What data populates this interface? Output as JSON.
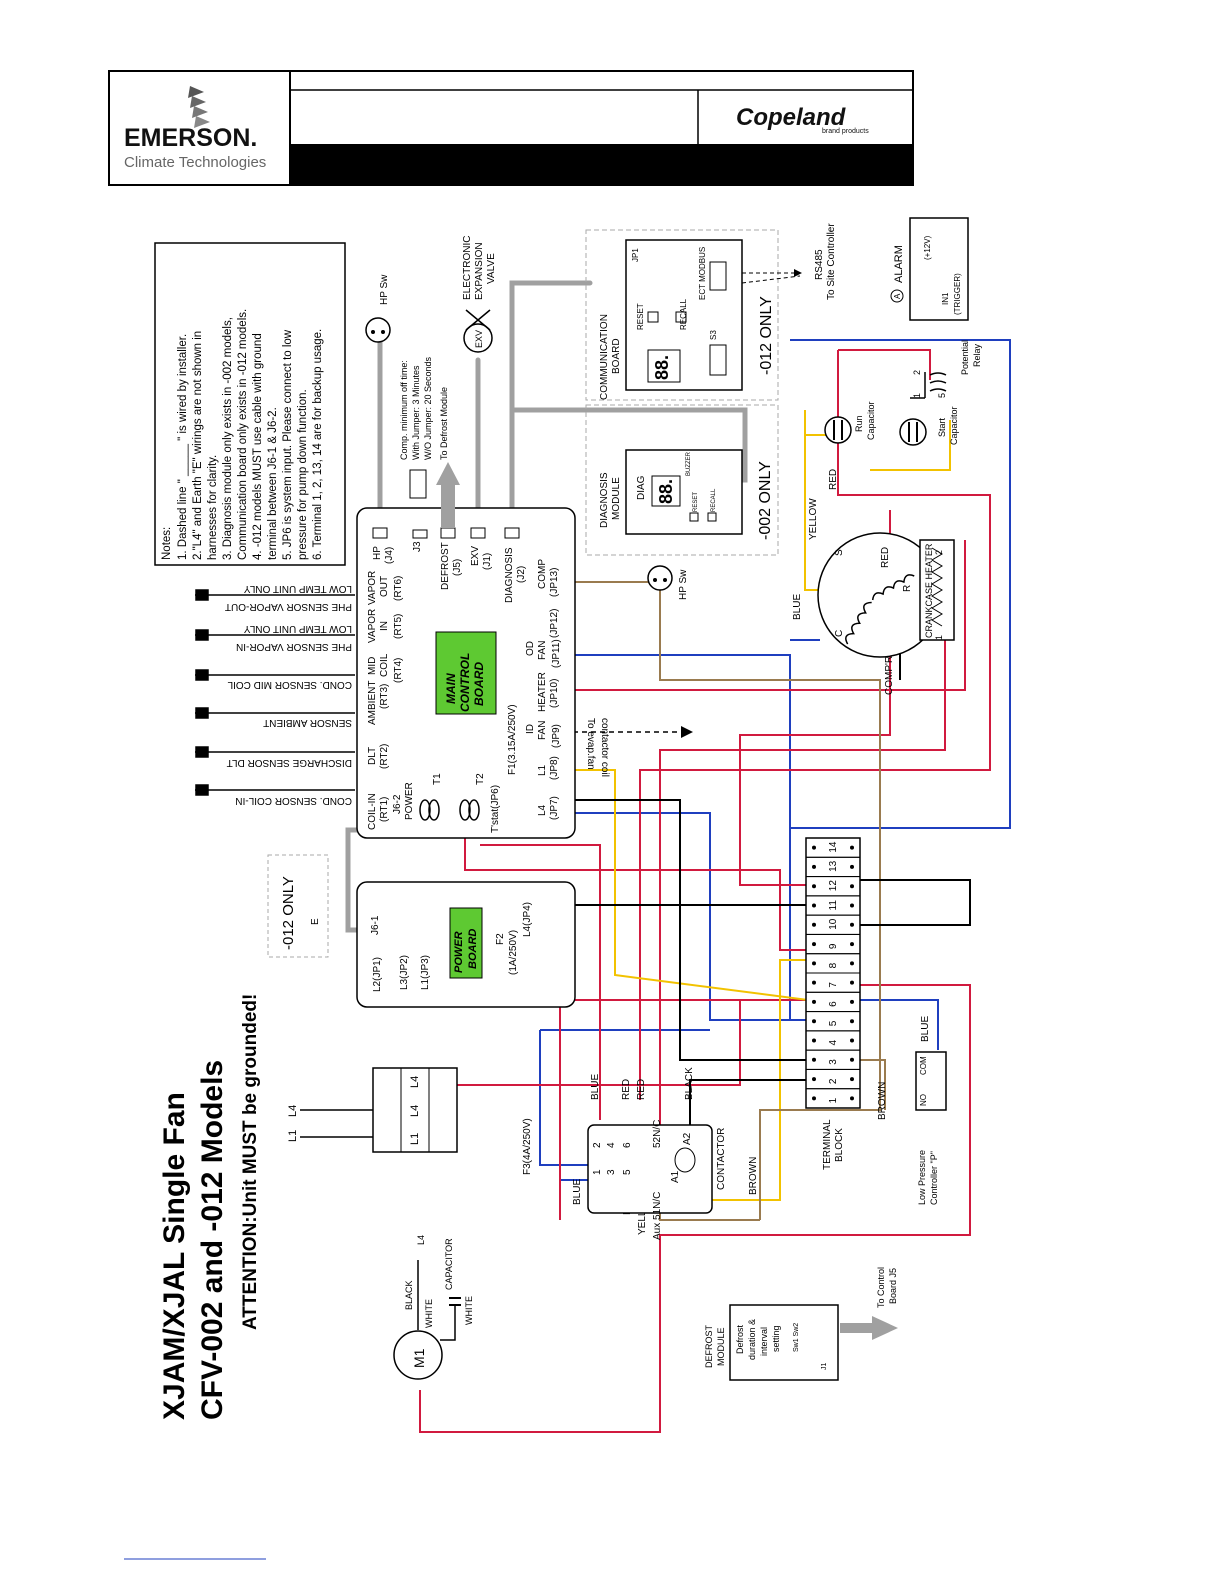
{
  "header": {
    "emerson": "EMERSON.",
    "climate": "Climate Technologies",
    "copeland": "Copeland",
    "brand_products": "brand products"
  },
  "title": {
    "line1": "XJAM/XJAL Single Fan",
    "line2": "CFV-002 and -012 Models",
    "attention": "ATTENTION:Unit MUST be grounded!"
  },
  "notes": [
    "Notes:",
    "1. Dashed line \" _____ \" is wired by installer.",
    "2.\"L4\" and Earth \"E\" wirings are not shown in",
    "   harnesses for clarity.",
    "3. Diagnosis module only exists in -002 models,",
    "   Communication board only exists in -012 models.",
    "4. -012 models MUST use cable with ground",
    "   terminal between J6-1 & J6-2.",
    "5. JP6 is system input. Please connect to low",
    "   pressure for pump down function.",
    "6. Terminal 1, 2, 13, 14 are for backup usage."
  ],
  "sensors": [
    {
      "label": "LOW TEMP UNIT ONLY"
    },
    {
      "label": "PHE SENSOR VAPOR-OUT"
    },
    {
      "label": "LOW TEMP UNIT ONLY"
    },
    {
      "label": "PHE SENSOR VAPOR-IN"
    },
    {
      "label": "COND. SENSOR MID COIL"
    },
    {
      "label": "SENSOR AMBIENT"
    },
    {
      "label": "DISCHARGE SENSOR DLT"
    },
    {
      "label": "COND. SENSOR COIL-IN"
    }
  ],
  "main_board": {
    "title1": "MAIN",
    "title2": "CONTROL",
    "title3": "BOARD",
    "color": "#5ec932",
    "left_pins": [
      {
        "l1": "COIL-IN",
        "l2": "(RT1)"
      },
      {
        "l1": "DLT",
        "l2": "(RT2)"
      },
      {
        "l1": "AMBIENT",
        "l2": "(RT3)"
      },
      {
        "l1": "MID",
        "l2": "COIL",
        "l3": "(RT4)"
      },
      {
        "l1": "VAPOR",
        "l2": "IN",
        "l3": "(RT5)"
      },
      {
        "l1": "VAPOR",
        "l2": "OUT",
        "l3": "(RT6)"
      }
    ],
    "top_pins": [
      {
        "l1": "HP",
        "l2": "(J4)"
      },
      {
        "l1": "J3"
      },
      {
        "l1": "DEFROST",
        "l2": "(J5)"
      },
      {
        "l1": "EXV",
        "l2": "(J1)"
      },
      {
        "l1": "DIAGNOSIS",
        "l2": "(J2)"
      }
    ],
    "right_pins": [
      {
        "l1": "COMP",
        "l2": "(JP13)"
      },
      {
        "l1": "(JP12)"
      },
      {
        "l1": "OD",
        "l2": "FAN",
        "l3": "(JP11)"
      },
      {
        "l1": "HEATER",
        "l2": "(JP10)"
      },
      {
        "l1": "ID",
        "l2": "FAN",
        "l3": "(JP9)"
      },
      {
        "l1": "L1",
        "l2": "(JP8)"
      },
      {
        "l1": "L4",
        "l2": "(JP7)"
      }
    ],
    "j6_2": "J6-2",
    "power": "POWER",
    "t1": "T1",
    "t2": "T2",
    "f1": "F1(3.15A/250V)",
    "tstat": "T'stat(JP6)",
    "to_evap": "To evap.fan",
    "contactor_coil": "contactor coil"
  },
  "power_board": {
    "title1": "POWER",
    "title2": "BOARD",
    "color": "#5ec932",
    "j6_1": "J6-1",
    "l4": "L4(JP4)",
    "l2": "L2(JP1)",
    "l3": "L3(JP2)",
    "l1": "L1(JP3)",
    "f2a": "F2",
    "f2b": "(1A/250V)"
  },
  "only_012_left": "-012 ONLY",
  "earth": "E",
  "comp_off": {
    "l1": "Comp. minimum off time:",
    "l2": "With Jumper: 3 Minutes",
    "l3": "W/O Jumper: 20 Seconds",
    "l4": "To Defrost Module"
  },
  "hp_sw": "HP Sw",
  "exv": {
    "name": "EXV",
    "l1": "ELECTRONIC",
    "l2": "EXPANSION",
    "l3": "VALVE"
  },
  "comm_board": {
    "t1": "COMMUNICATION",
    "t2": "BOARD",
    "reset": "RESET",
    "recall": "RECALL",
    "s3": "S3",
    "jp1": "JP1",
    "ect": "ECT MODBUS",
    "only": "-012 ONLY",
    "rs485": "RS485",
    "site": "To Site Controller",
    "display": "88."
  },
  "diag_module": {
    "t1": "DIAGNOSIS",
    "t2": "MODULE",
    "diag": "DIAG",
    "reset": "RESET",
    "recall": "RECALL",
    "buzzer": "BUZZER",
    "only": "-002 ONLY",
    "display": "88."
  },
  "alarm": {
    "label": "ALARM",
    "a": "A",
    "plus12": "(+12V)",
    "in1": "IN1",
    "trigger": "(TRIGGER)"
  },
  "relay": {
    "l1": "Potential",
    "l2": "Relay",
    "p1": "1",
    "p2": "2",
    "p5": "5"
  },
  "run_cap": {
    "l1": "Run",
    "l2": "Capacitor"
  },
  "start_cap": {
    "l1": "Start",
    "l2": "Capacitor"
  },
  "compressor": {
    "name": "COMP'R",
    "c": "C",
    "s": "S",
    "r": "R",
    "heater": "CRANKCASE HEATER",
    "h1": "1",
    "h2": "2"
  },
  "wire_colors": {
    "blue": "BLUE",
    "red": "RED",
    "yellow": "YELLOW",
    "brown": "BROWN",
    "black": "BLACK",
    "white": "WHITE"
  },
  "terminal_block": {
    "label1": "TERMINAL",
    "label2": "BLOCK",
    "numbers": [
      "1",
      "2",
      "3",
      "4",
      "5",
      "6",
      "7",
      "8",
      "9",
      "10",
      "11",
      "12",
      "13",
      "14"
    ]
  },
  "low_pressure": {
    "l1": "Low Pressure",
    "l2": "Controller \"P\"",
    "no": "NO",
    "com": "COM"
  },
  "contactor": {
    "label": "CONTACTOR",
    "p1": "1",
    "p2": "2",
    "p3": "3",
    "p4": "4",
    "p5": "5",
    "p6": "6",
    "a1": "A1",
    "a2": "A2",
    "nc": "52N/C",
    "aux": "Aux 51N/C",
    "f3": "F3(4A/250V)"
  },
  "supply": {
    "l1": "L1",
    "l4": "L4",
    "box_l1": "L1",
    "box_l4a": "L4",
    "box_l4b": "L4"
  },
  "motor": {
    "name": "M1",
    "capacitor": "CAPACITOR",
    "l4": "L4"
  },
  "defrost": {
    "t1": "DEFROST",
    "t2": "MODULE",
    "d1": "Defrost",
    "d2": "duration &",
    "d3": "interval",
    "d4": "setting",
    "sw": "Sw1 Sw2",
    "j1": "J1",
    "to1": "To Control",
    "to2": "Board J5"
  }
}
